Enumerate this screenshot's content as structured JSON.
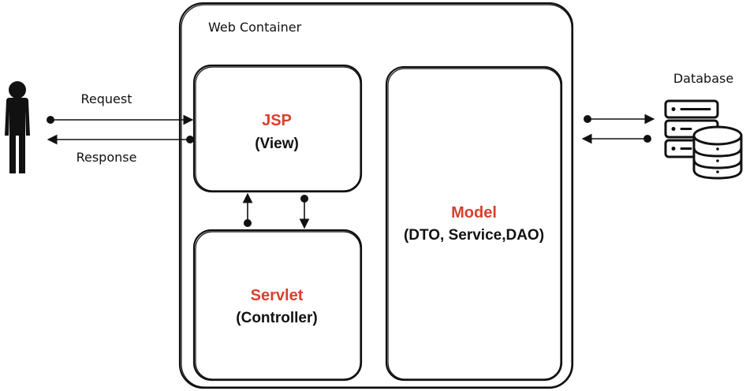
{
  "container": {
    "title": "Web Container"
  },
  "jsp": {
    "title": "JSP",
    "subtitle": "(View)"
  },
  "servlet": {
    "title": "Servlet",
    "subtitle": "(Controller)"
  },
  "model": {
    "title": "Model",
    "subtitle": "(DTO, Service,DAO)"
  },
  "client": {
    "request_label": "Request",
    "response_label": "Response",
    "icon": "person-icon"
  },
  "database": {
    "label": "Database",
    "icon": "database-server-icon"
  },
  "colors": {
    "accent": "#d9402b",
    "stroke": "#111111",
    "background": "#ffffff"
  }
}
